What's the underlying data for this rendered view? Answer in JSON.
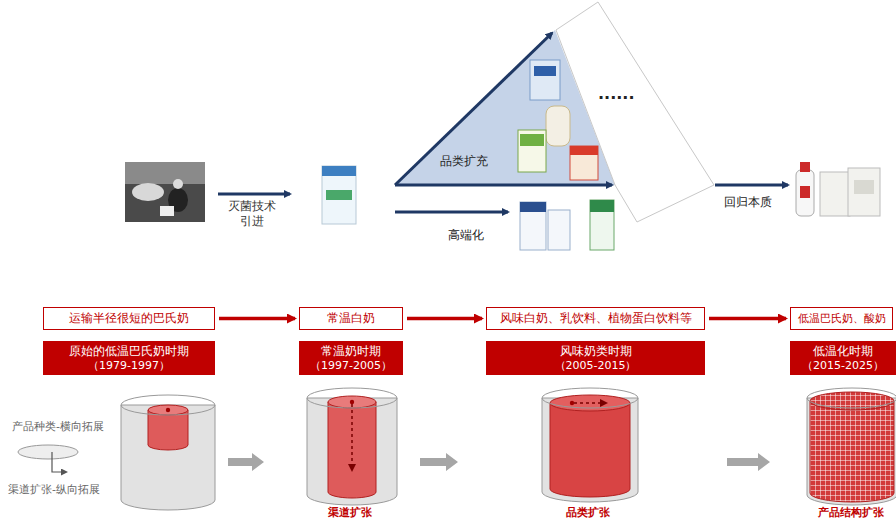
{
  "diagram": {
    "nodes": [
      {
        "text": [
          "运输半径很短的巴氏奶"
        ]
      },
      {
        "text": [
          "常温白奶"
        ]
      },
      {
        "text": [
          "风味白奶、乳饮料、植物蛋白饮料等"
        ]
      },
      {
        "text": [
          "低温巴氏奶、酸奶"
        ]
      },
      {
        "text": [
          "原始的低温巴氏奶时期",
          "（1979-1997）"
        ]
      },
      {
        "text": [
          "常温奶时期",
          "（1997-2005）"
        ]
      },
      {
        "text": [
          "风味奶类时期",
          "（2005-2015）"
        ]
      },
      {
        "text": [
          "低温化时期",
          "（2015-2025）"
        ]
      }
    ],
    "edges": [
      {
        "from": 0,
        "to": 1,
        "arrow": "to"
      },
      {
        "from": 1,
        "to": 2,
        "arrow": "to"
      },
      {
        "from": 2,
        "to": 3,
        "arrow": "to"
      }
    ],
    "labels": [
      "灭菌技术 引进",
      "品类扩充",
      "......",
      "高端化",
      "回归本质",
      "产品种类-横向拓展",
      "渠道扩张-纵向拓展",
      "渠道扩张",
      "品类扩张",
      "产品结构扩张"
    ]
  }
}
